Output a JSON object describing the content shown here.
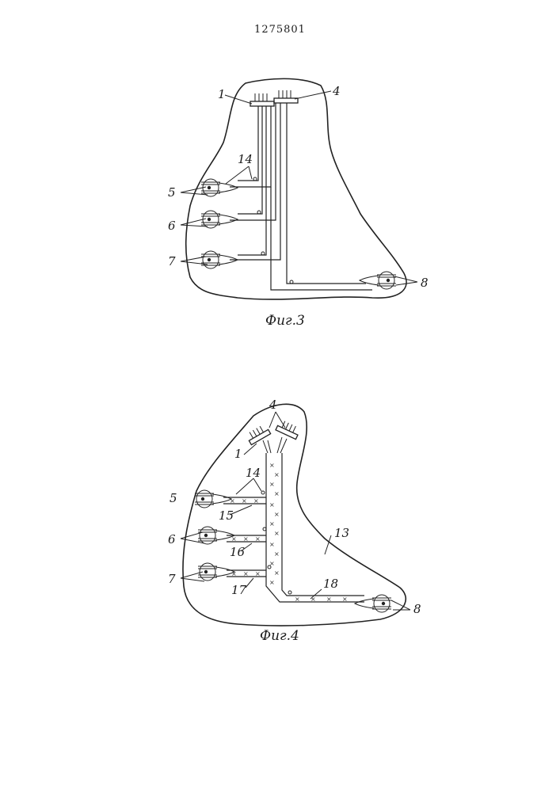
{
  "header": {
    "patent_number": "1275801"
  },
  "figures": [
    {
      "caption": "Фиг.3",
      "labels": {
        "l1": "1",
        "l4": "4",
        "l14": "14",
        "l5": "5",
        "l6": "6",
        "l7": "7",
        "l8": "8"
      }
    },
    {
      "caption": "Фиг.4",
      "labels": {
        "l1": "1",
        "l4": "4",
        "l14": "14",
        "l15": "15",
        "l16": "16",
        "l17": "17",
        "l18": "18",
        "l13": "13",
        "l5": "5",
        "l6": "6",
        "l7": "7",
        "l8": "8"
      }
    }
  ]
}
